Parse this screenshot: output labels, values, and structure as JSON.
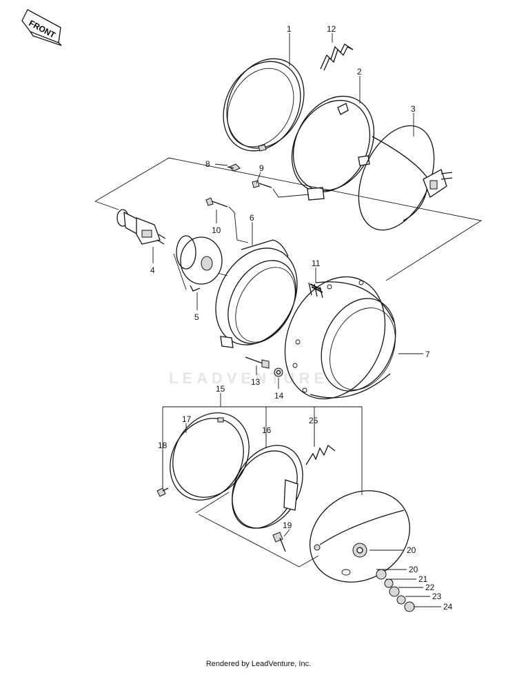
{
  "front_label": "FRONT",
  "watermark": "LEADVENTURE",
  "footer": "Rendered by LeadVenture, Inc.",
  "callouts": [
    {
      "id": "c1",
      "text": "1"
    },
    {
      "id": "c2",
      "text": "2"
    },
    {
      "id": "c3",
      "text": "3"
    },
    {
      "id": "c4",
      "text": "4"
    },
    {
      "id": "c5",
      "text": "5"
    },
    {
      "id": "c6",
      "text": "6"
    },
    {
      "id": "c7",
      "text": "7"
    },
    {
      "id": "c8",
      "text": "8"
    },
    {
      "id": "c9",
      "text": "9"
    },
    {
      "id": "c10",
      "text": "10"
    },
    {
      "id": "c11",
      "text": "11"
    },
    {
      "id": "c12",
      "text": "12"
    },
    {
      "id": "c13",
      "text": "13"
    },
    {
      "id": "c14",
      "text": "14"
    },
    {
      "id": "c15",
      "text": "15"
    },
    {
      "id": "c16",
      "text": "16"
    },
    {
      "id": "c17",
      "text": "17"
    },
    {
      "id": "c18",
      "text": "18"
    },
    {
      "id": "c19",
      "text": "19"
    },
    {
      "id": "c20a",
      "text": "20"
    },
    {
      "id": "c20b",
      "text": "20"
    },
    {
      "id": "c21",
      "text": "21"
    },
    {
      "id": "c22",
      "text": "22"
    },
    {
      "id": "c23",
      "text": "23"
    },
    {
      "id": "c24",
      "text": "24"
    },
    {
      "id": "c25",
      "text": "25"
    }
  ]
}
